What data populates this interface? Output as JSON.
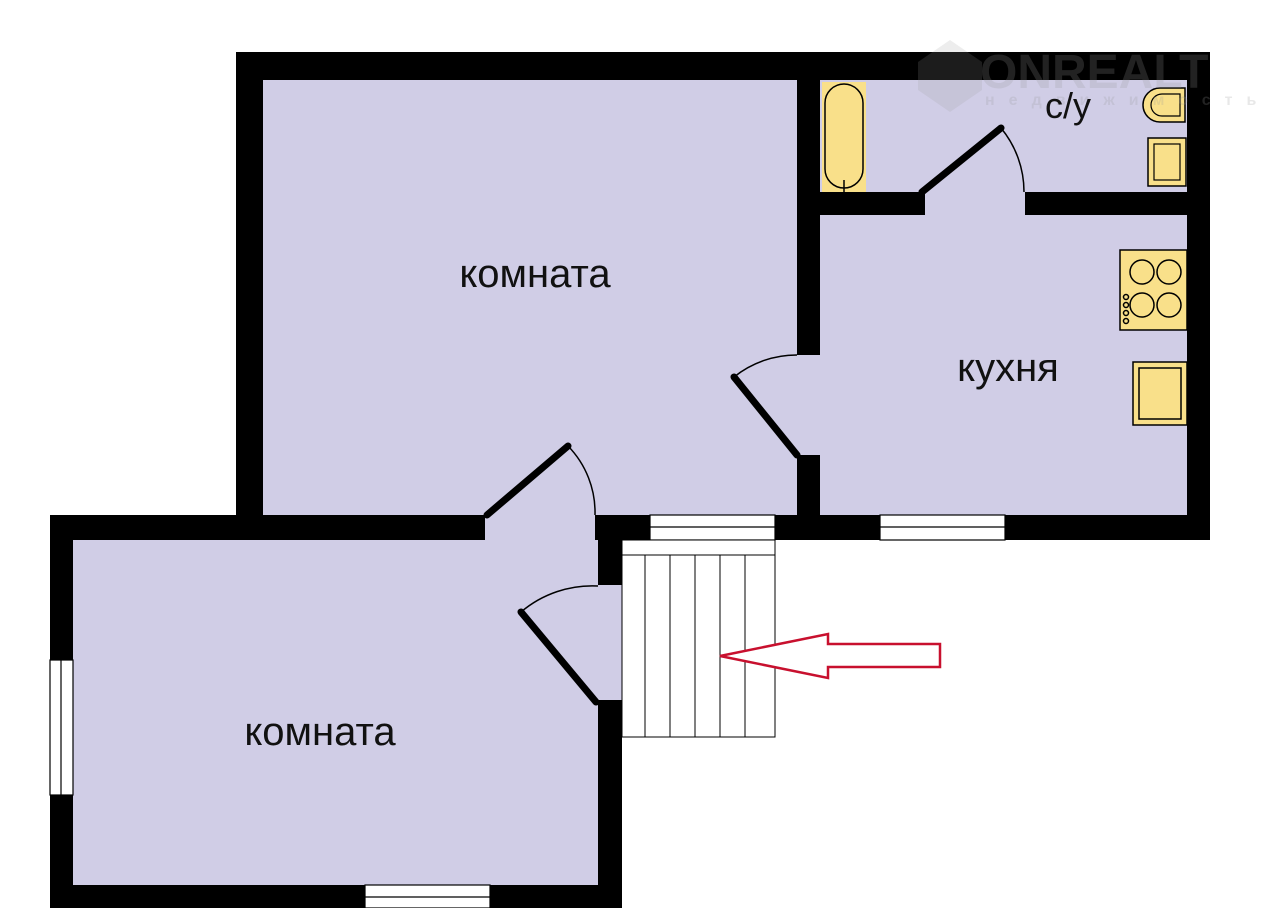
{
  "rooms": {
    "room_upper": "комната",
    "room_lower": "комната",
    "kitchen": "кухня",
    "bathroom": "с/у"
  },
  "watermark": {
    "brand": "ONREALT",
    "tagline": "недвижимость"
  },
  "colors": {
    "wall": "#000000",
    "floor": "#d0cde6",
    "fixture": "#f9e08a",
    "arrow": "#c8102e"
  }
}
